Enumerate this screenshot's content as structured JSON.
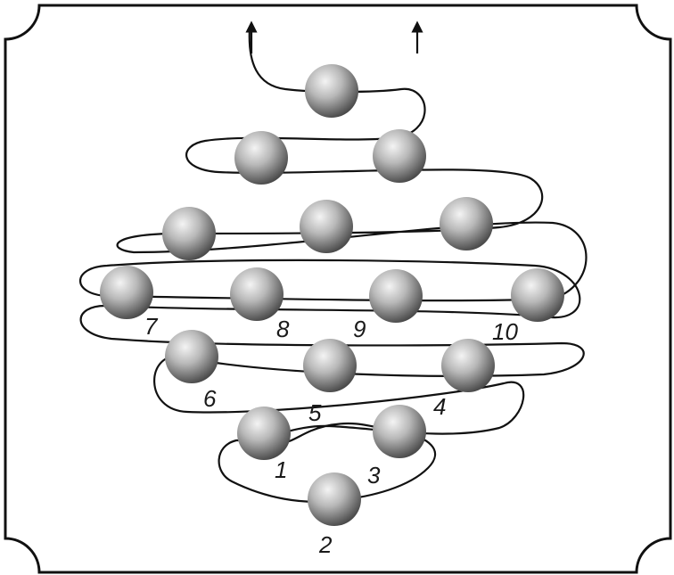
{
  "spheres": [
    {
      "id": 1,
      "label": "1"
    },
    {
      "id": 2,
      "label": "2"
    },
    {
      "id": 3,
      "label": "3"
    },
    {
      "id": 4,
      "label": "4"
    },
    {
      "id": 5,
      "label": "5"
    },
    {
      "id": 6,
      "label": "6"
    },
    {
      "id": 7,
      "label": "7"
    },
    {
      "id": 8,
      "label": "8"
    },
    {
      "id": 9,
      "label": "9"
    },
    {
      "id": 10,
      "label": "10"
    },
    {
      "id": 11,
      "label": ""
    },
    {
      "id": 12,
      "label": ""
    },
    {
      "id": 13,
      "label": ""
    },
    {
      "id": 14,
      "label": ""
    },
    {
      "id": 15,
      "label": ""
    },
    {
      "id": 16,
      "label": ""
    }
  ],
  "colors": {
    "frame": "#111111",
    "path": "#111111",
    "sphere_light": "#f4f4f4",
    "sphere_mid": "#b8b8b8",
    "sphere_dark": "#4a4a4a"
  }
}
